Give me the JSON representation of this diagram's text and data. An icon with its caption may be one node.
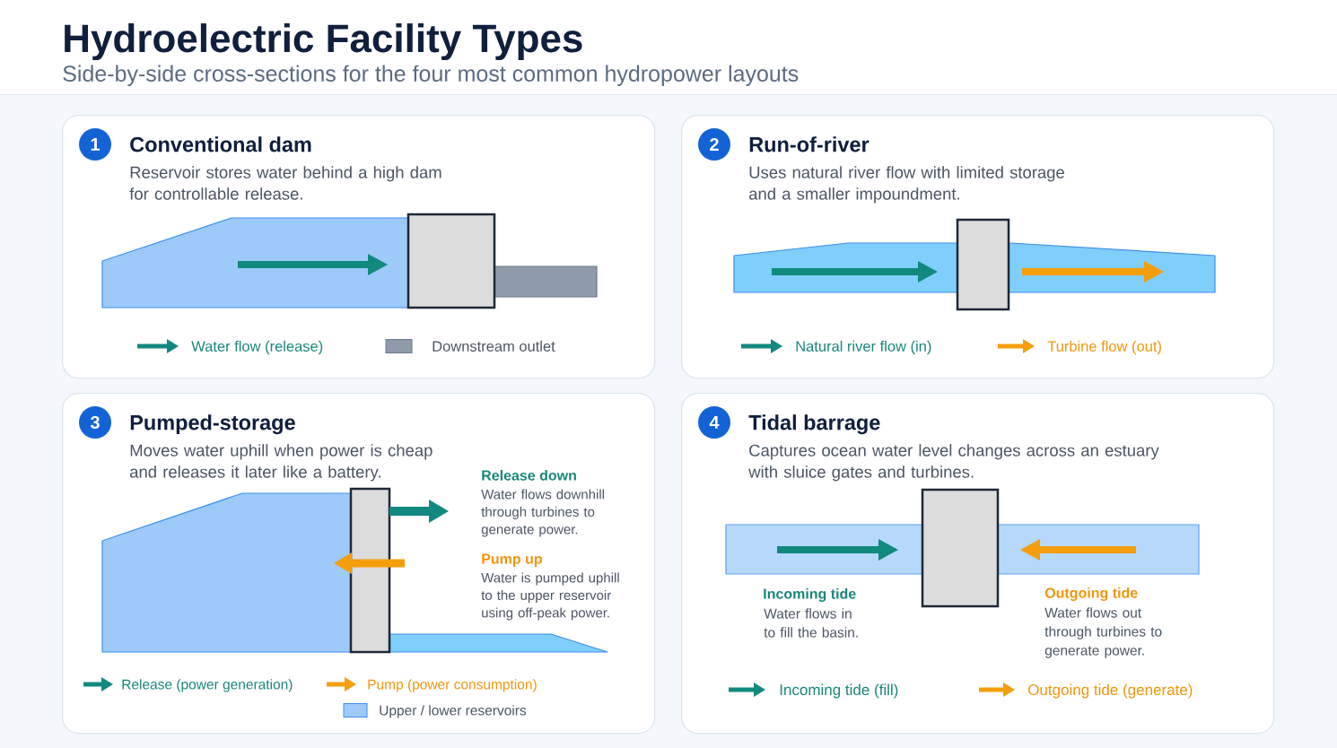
{
  "diagram": {
    "title": "Hydroelectric Facility Types",
    "nodes": [
      {
        "text": [
          "Conventional dam",
          "Reservoir stores water behind a high dam for controllable release."
        ]
      },
      {
        "text": [
          "1"
        ],
        "in": 0
      },
      {
        "text": [
          "Run-of-river",
          "Uses natural river flow with limited storage and a smaller impoundment."
        ]
      },
      {
        "text": [
          "2"
        ],
        "in": 2
      },
      {
        "text": [
          "Pumped-storage",
          "Moves water uphill when power is cheap and releases it later like a battery."
        ]
      },
      {
        "text": [
          "3"
        ],
        "in": 4
      },
      {
        "text": [
          "Tidal barrage",
          "Captures ocean water level changes across an estuary with sluice gates and turbines."
        ]
      },
      {
        "text": [
          "4"
        ],
        "in": 6
      }
    ],
    "labels": [
      "Side-by-side cross-sections for the four most common hydropower layouts",
      "Release down",
      "Water flows downhill through turbines to generate power.",
      "Pump up",
      "Water is pumped uphill to the upper reservoir using off-peak power.",
      "Incoming tide",
      "Water flows in to fill the basin.",
      "Outgoing tide",
      "Water flows out through turbines to generate power."
    ],
    "legend": [
      {
        "text": "Water flow (release)"
      },
      {
        "text": "Downstream outlet",
        "color": "#8f9aab"
      },
      {
        "text": "Natural river flow (in)"
      },
      {
        "text": "Turbine flow (out)"
      },
      {
        "text": "Release (power generation)"
      },
      {
        "text": "Pump (power consumption)"
      },
      {
        "text": "Upper / lower reservoirs",
        "color": "#9ecafa"
      },
      {
        "text": "Incoming tide (fill)"
      },
      {
        "text": "Outgoing tide (generate)"
      }
    ]
  }
}
